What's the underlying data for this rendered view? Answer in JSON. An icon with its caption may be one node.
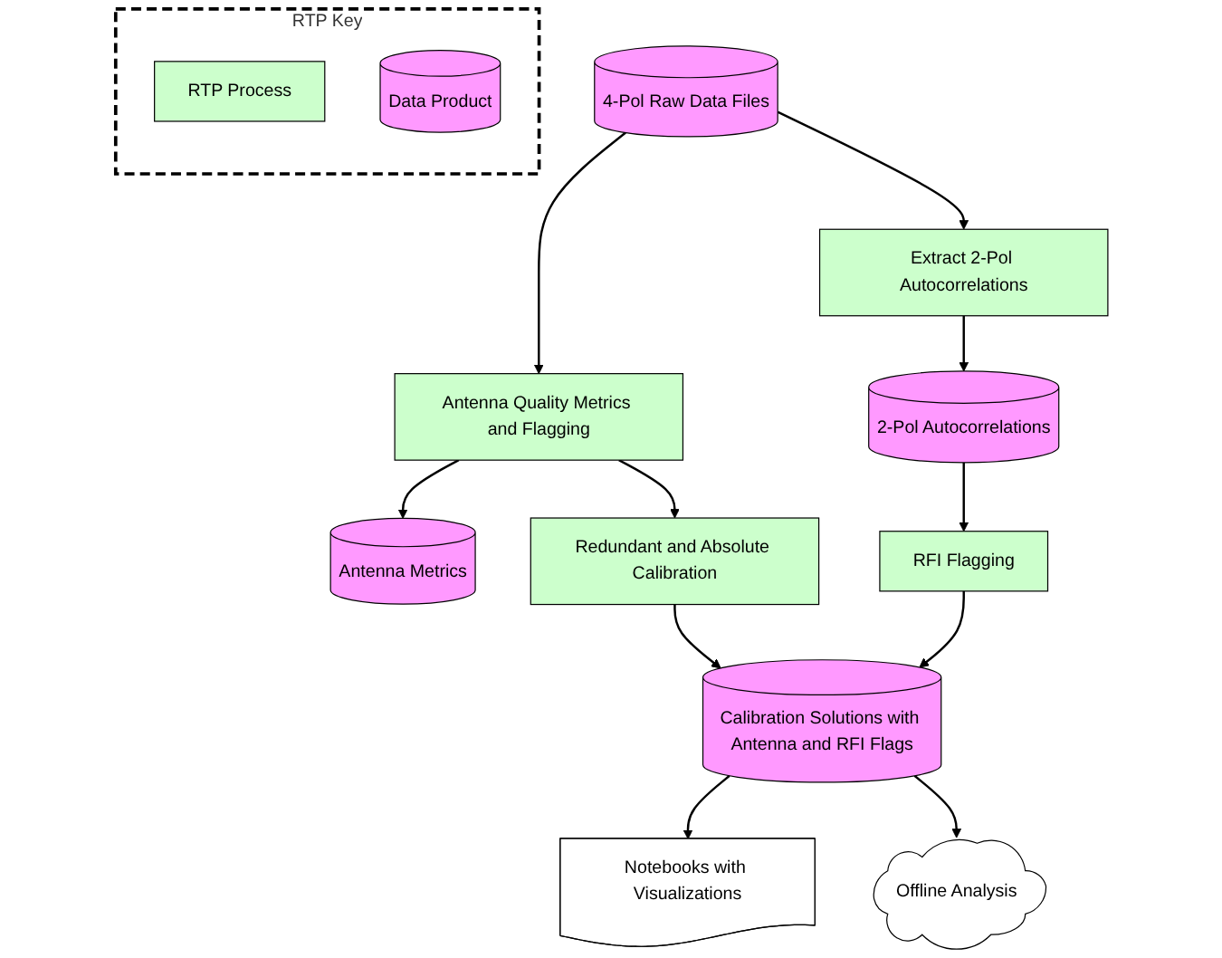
{
  "diagram": {
    "nodes": [
      {
        "text": [
          "4-Pol Raw Data Files"
        ]
      },
      {
        "text": [
          "Antenna Metrics"
        ]
      },
      {
        "text": [
          "Antenna Quality Metrics and Flagging"
        ]
      },
      {
        "text": [
          "Extract 2-Pol Autocorrelations"
        ]
      },
      {
        "text": [
          "Redundant and Absolute Calibration"
        ]
      },
      {
        "text": [
          "2-Pol Autocorrelations"
        ]
      },
      {
        "text": [
          "RTP Key"
        ]
      },
      {
        "text": [
          "RTP Process"
        ],
        "in": 6
      },
      {
        "text": [
          "Calibration Solutions with Antenna and RFI Flags"
        ]
      },
      {
        "text": [
          "RFI Flagging"
        ]
      },
      {
        "text": [
          "Data Product"
        ],
        "in": 6
      },
      {
        "text": [
          "Notebooks with Visualizations"
        ]
      },
      {
        "text": [
          "Offline Analysis"
        ]
      }
    ],
    "edges": [
      {
        "from": 0,
        "to": 2,
        "arrow": "to"
      },
      {
        "from": 0,
        "to": 3,
        "arrow": "to"
      },
      {
        "from": 2,
        "to": 1,
        "arrow": "to"
      },
      {
        "from": 2,
        "to": 4,
        "arrow": "to"
      },
      {
        "from": 3,
        "to": 5,
        "arrow": "to"
      },
      {
        "from": 4,
        "to": 8,
        "arrow": "to"
      },
      {
        "from": 5,
        "to": 9,
        "arrow": "to"
      },
      {
        "from": 9,
        "to": 8,
        "arrow": "to"
      },
      {
        "from": 8,
        "to": 11,
        "arrow": "to"
      },
      {
        "from": 8,
        "to": 12,
        "arrow": "to"
      }
    ]
  }
}
